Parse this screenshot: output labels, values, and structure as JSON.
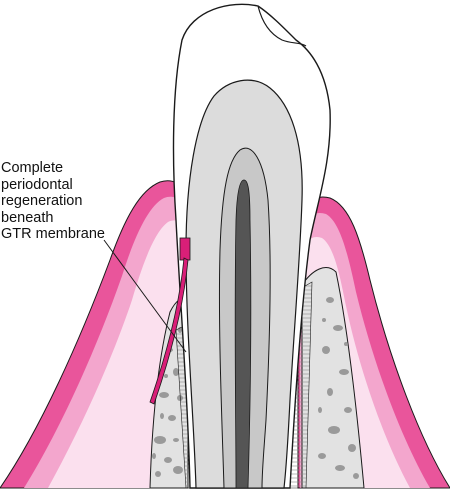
{
  "callout": {
    "lines": [
      "Complete",
      "periodontal",
      "regeneration",
      "beneath",
      "GTR membrane"
    ]
  },
  "colors": {
    "gingiva_outer": "#e9559b",
    "gingiva_mid": "#f3a6cd",
    "gingiva_inner": "#fbe0ee",
    "membrane": "#d91f78",
    "enamel": "#ffffff",
    "dentin": "#dcdcdc",
    "pulp": "#c8c8c8",
    "canal": "#555555",
    "bone": "#e2e2e2",
    "marrow": "#9a9a9a",
    "outline": "#1a1a1a"
  }
}
